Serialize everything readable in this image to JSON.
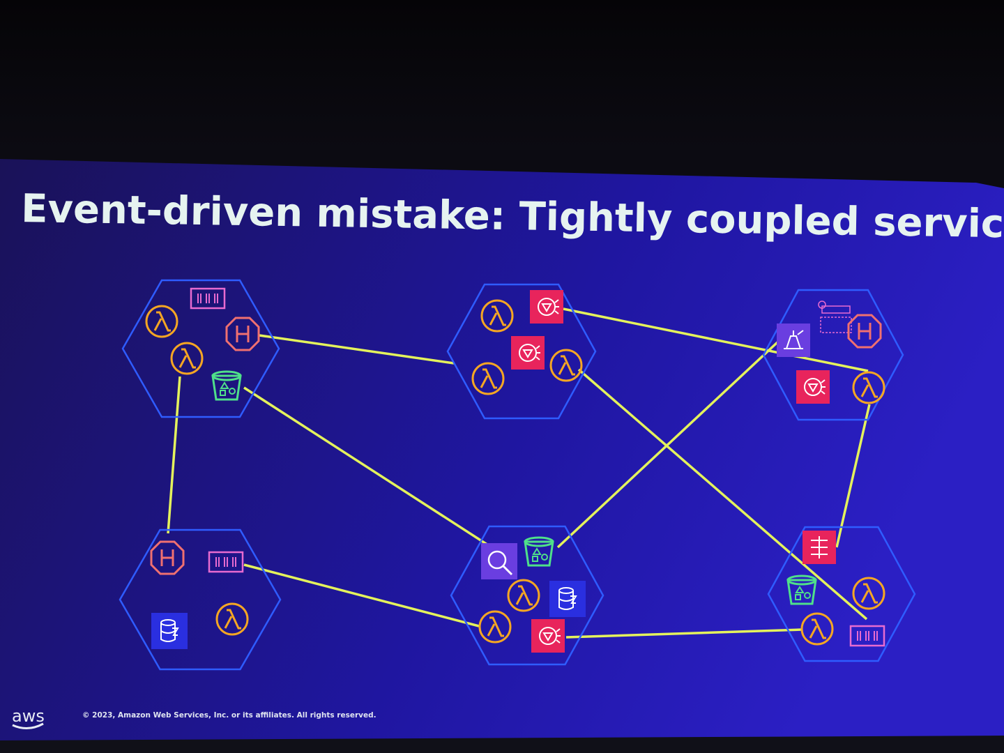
{
  "slide": {
    "title": "Event-driven mistake: Tightly coupled services",
    "footer": "© 2023, Amazon Web Services, Inc. or its affiliates. All rights reserved.",
    "logo_text": "aws"
  },
  "colors": {
    "background_left": "#1a1258",
    "background_right": "#2b1fc4",
    "hexagon_stroke": "#2f5cff",
    "connector": "#e4f25c",
    "lambda": "#f5a623",
    "api_gateway": "#f07070",
    "queue": "#e86bd0",
    "bucket": "#4fe08a",
    "notification": "#e8245c",
    "database": "#2a2fe0",
    "stream": "#6a3ee0"
  },
  "groups": [
    {
      "services": [
        "queue-icon",
        "lambda-icon",
        "api-gateway-icon",
        "lambda-icon",
        "bucket-icon"
      ]
    },
    {
      "services": [
        "lambda-icon",
        "notification-icon",
        "notification-icon",
        "lambda-icon",
        "lambda-icon"
      ]
    },
    {
      "services": [
        "email-icon",
        "api-gateway-icon",
        "stream-icon",
        "notification-icon",
        "lambda-icon"
      ]
    },
    {
      "services": [
        "api-gateway-icon",
        "queue-icon",
        "database-icon",
        "lambda-icon"
      ]
    },
    {
      "services": [
        "search-icon",
        "bucket-icon",
        "lambda-icon",
        "database-icon",
        "lambda-icon",
        "notification-icon"
      ]
    },
    {
      "services": [
        "workflow-icon",
        "bucket-icon",
        "lambda-icon",
        "lambda-icon",
        "queue-icon"
      ]
    }
  ]
}
